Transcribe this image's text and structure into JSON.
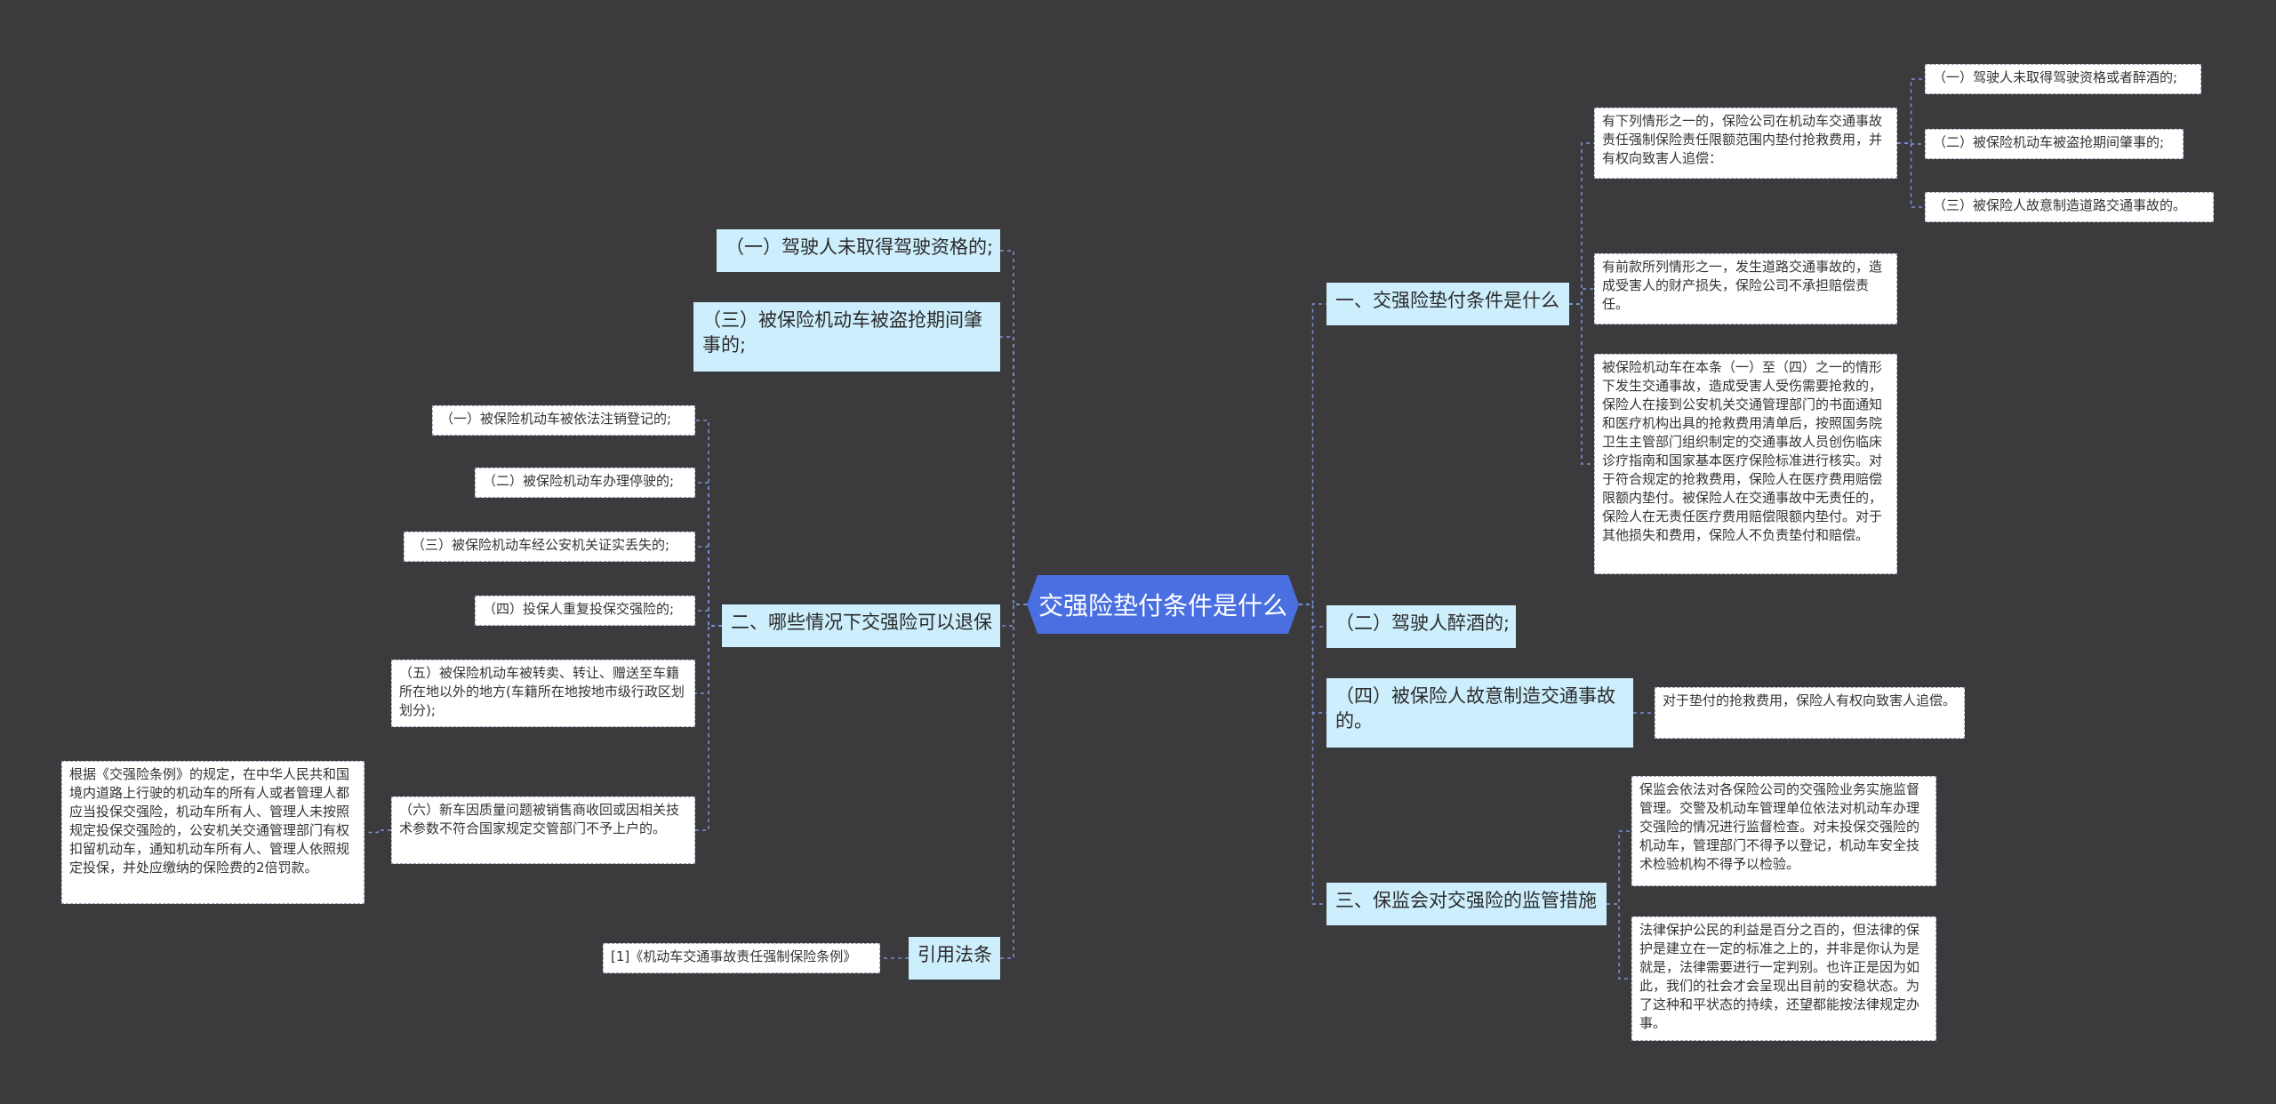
{
  "root": {
    "label": "交强险垫付条件是什么"
  },
  "right": {
    "b1": {
      "label": "一、交强险垫付条件是什么",
      "intro": "有下列情形之一的，保险公司在机动车交通事故责任强制保险责任限额范围内垫付抢救费用，并有权向致害人追偿：",
      "cases": [
        "（一）驾驶人未取得驾驶资格或者醉酒的;",
        "（二）被保险机动车被盗抢期间肇事的;",
        "（三）被保险人故意制造道路交通事故的。"
      ],
      "note1": "有前款所列情形之一，发生道路交通事故的，造成受害人的财产损失，保险公司不承担赔偿责任。",
      "note2": "被保险机动车在本条（一）至（四）之一的情形下发生交通事故，造成受害人受伤需要抢救的，保险人在接到公安机关交通管理部门的书面通知和医疗机构出具的抢救费用清单后，按照国务院卫生主管部门组织制定的交通事故人员创伤临床诊疗指南和国家基本医疗保险标准进行核实。对于符合规定的抢救费用，保险人在医疗费用赔偿限额内垫付。被保险人在交通事故中无责任的，保险人在无责任医疗费用赔偿限额内垫付。对于其他损失和费用，保险人不负责垫付和赔偿。"
    },
    "b2": {
      "label": "（二）驾驶人醉酒的;"
    },
    "b3": {
      "label": "（四）被保险人故意制造交通事故的。",
      "note": "对于垫付的抢救费用，保险人有权向致害人追偿。"
    },
    "b4": {
      "label": "三、保监会对交强险的监管措施",
      "note1": "保监会依法对各保险公司的交强险业务实施监督管理。交警及机动车管理单位依法对机动车办理交强险的情况进行监督检查。对未投保交强险的机动车，管理部门不得予以登记，机动车安全技术检验机构不得予以检验。",
      "note2": "法律保护公民的利益是百分之百的，但法律的保护是建立在一定的标准之上的，并非是你认为是就是，法律需要进行一定判别。也许正是因为如此，我们的社会才会呈现出目前的安稳状态。为了这种和平状态的持续，还望都能按法律规定办事。"
    }
  },
  "left": {
    "a1": {
      "label": "（一）驾驶人未取得驾驶资格的;"
    },
    "a2": {
      "label": "（三）被保险机动车被盗抢期间肇事的;"
    },
    "a3": {
      "label": "二、哪些情况下交强险可以退保",
      "items": [
        "（一）被保险机动车被依法注销登记的;",
        "（二）被保险机动车办理停驶的;",
        "（三）被保险机动车经公安机关证实丢失的;",
        "（四）投保人重复投保交强险的;",
        "（五）被保险机动车被转卖、转让、赠送至车籍所在地以外的地方(车籍所在地按地市级行政区划划分);",
        "（六）新车因质量问题被销售商收回或因相关技术参数不符合国家规定交管部门不予上户的。"
      ],
      "detail": "根据《交强险条例》的规定，在中华人民共和国境内道路上行驶的机动车的所有人或者管理人都应当投保交强险，机动车所有人、管理人未按照规定投保交强险的，公安机关交通管理部门有权扣留机动车，通知机动车所有人、管理人依照规定投保，并处应缴纳的保险费的2倍罚款。"
    },
    "a4": {
      "label": "引用法条",
      "ref": "[1]《机动车交通事故责任强制保险条例》"
    }
  },
  "colors": {
    "root": "#4a6fe0",
    "topic": "#cdeefc",
    "leaf": "#ffffff",
    "background": "#3b3a3d",
    "line": "#7d92d8"
  }
}
